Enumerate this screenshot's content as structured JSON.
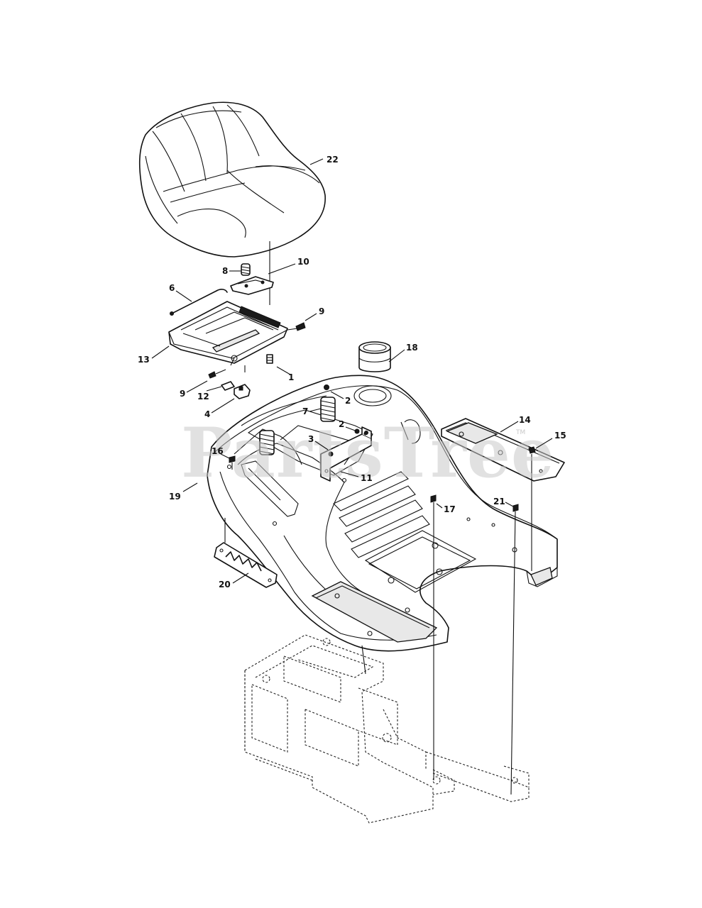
{
  "watermark": {
    "text": "PartsTree",
    "trademark": "TM"
  },
  "callouts": [
    {
      "id": "callout-22",
      "label": "22"
    },
    {
      "id": "callout-8",
      "label": "8"
    },
    {
      "id": "callout-10",
      "label": "10"
    },
    {
      "id": "callout-6",
      "label": "6"
    },
    {
      "id": "callout-9a",
      "label": "9"
    },
    {
      "id": "callout-13",
      "label": "13"
    },
    {
      "id": "callout-1",
      "label": "1"
    },
    {
      "id": "callout-9b",
      "label": "9"
    },
    {
      "id": "callout-12",
      "label": "12"
    },
    {
      "id": "callout-4",
      "label": "4"
    },
    {
      "id": "callout-18",
      "label": "18"
    },
    {
      "id": "callout-2a",
      "label": "2"
    },
    {
      "id": "callout-7",
      "label": "7"
    },
    {
      "id": "callout-2b",
      "label": "2"
    },
    {
      "id": "callout-3",
      "label": "3"
    },
    {
      "id": "callout-11",
      "label": "11"
    },
    {
      "id": "callout-16",
      "label": "16"
    },
    {
      "id": "callout-19",
      "label": "19"
    },
    {
      "id": "callout-14",
      "label": "14"
    },
    {
      "id": "callout-15",
      "label": "15"
    },
    {
      "id": "callout-17",
      "label": "17"
    },
    {
      "id": "callout-21",
      "label": "21"
    },
    {
      "id": "callout-20",
      "label": "20"
    }
  ]
}
